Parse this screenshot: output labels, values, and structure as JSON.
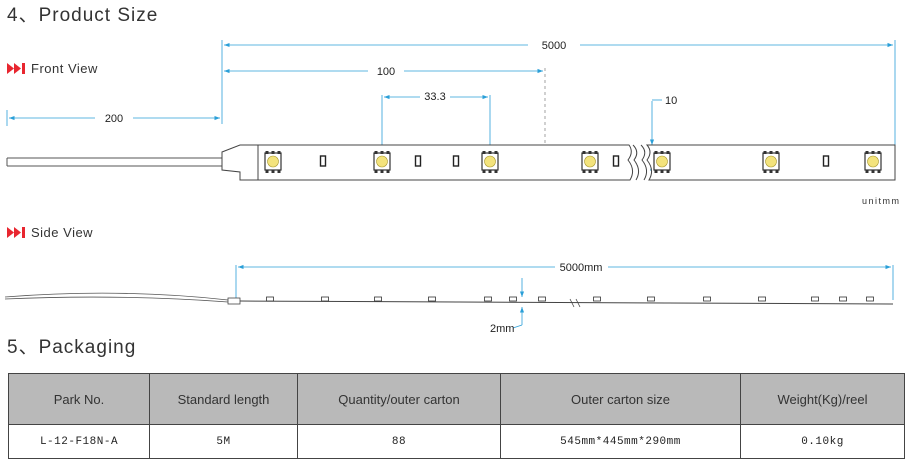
{
  "sections": {
    "product_size_title": "4、Product Size",
    "packaging_title": "5、Packaging"
  },
  "views": {
    "front_label": "Front View",
    "side_label": "Side View",
    "icon": "fast-forward-icon",
    "icon_color": "#e8262f"
  },
  "dimensions": {
    "total_length": "5000",
    "cut_unit": "100",
    "led_pitch": "33.3",
    "lead_wire": "200",
    "width": "10",
    "unit": "unitmm",
    "side_length": "5000mm",
    "thickness": "2mm"
  },
  "colors": {
    "dimension_line": "#2a9fd8",
    "led_fill": "#f3e37c",
    "table_header_bg": "#b9b9b9"
  },
  "packaging": {
    "headers": [
      "Park No.",
      "Standard length",
      "Quantity/outer carton",
      "Outer carton size",
      "Weight(Kg)/reel"
    ],
    "row": [
      "L-12-F18N-A",
      "5M",
      "88",
      "545mm*445mm*290mm",
      "0.10kg"
    ]
  }
}
